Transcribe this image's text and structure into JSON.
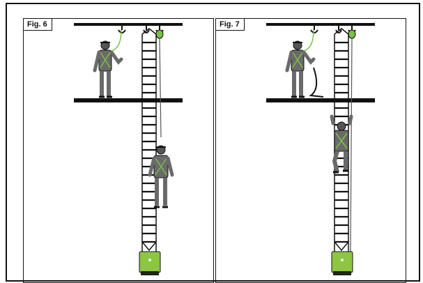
{
  "figures": [
    {
      "label": "Fig. 6"
    },
    {
      "label": "Fig. 7"
    }
  ],
  "colors": {
    "line": "#111111",
    "accent": "#7ac142",
    "worker_body": "#6a6a6a",
    "worker_dark": "#3a3a3a",
    "bag": "#8dc63f"
  },
  "icons": [
    "anchor-icon",
    "descender-device-icon",
    "rope-ladder",
    "rescue-bag-icon",
    "worker-figure"
  ]
}
